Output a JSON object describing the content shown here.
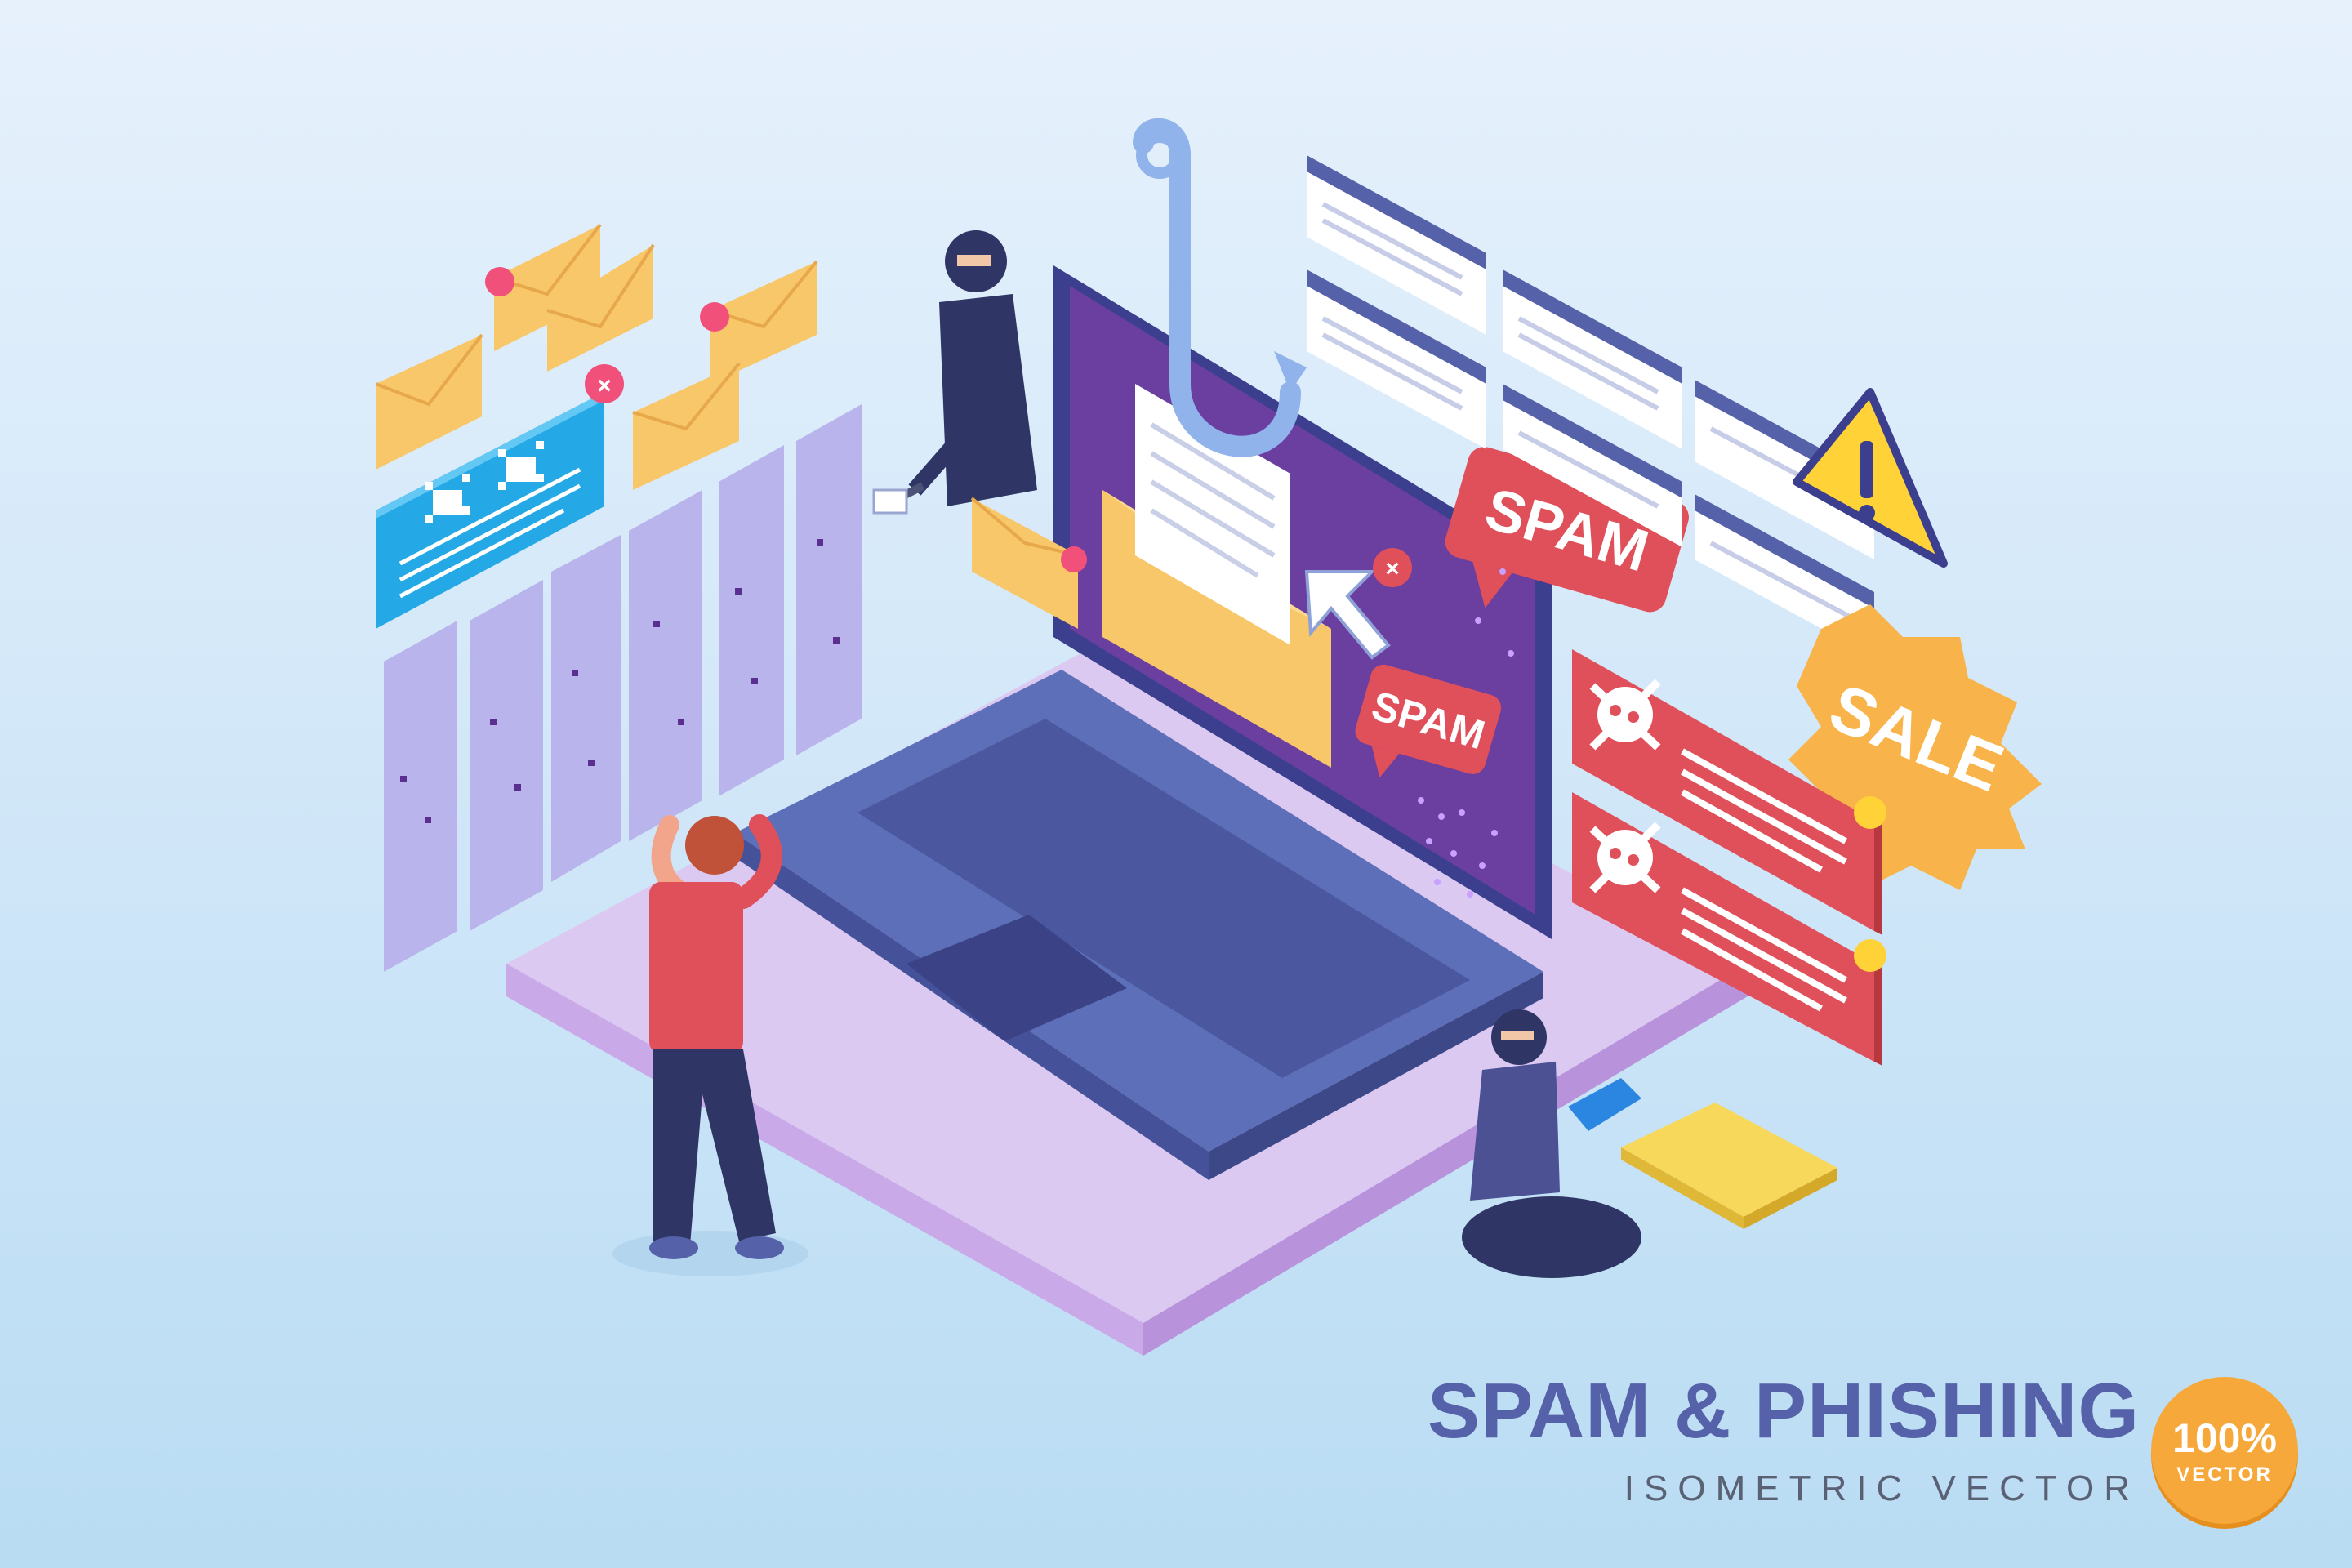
{
  "labels": {
    "spam_bubble_large": "SPAM",
    "spam_bubble_small": "SPAM",
    "sale_burst": "SALE"
  },
  "title": {
    "main": "SPAM & PHISHING",
    "subtitle": "ISOMETRIC VECTOR"
  },
  "badge": {
    "percent": "100%",
    "label": "VECTOR"
  },
  "colors": {
    "accent_blue": "#5561a8",
    "badge_orange": "#f6a83a",
    "alert_red": "#e0505a",
    "laptop_body": "#5d6fb8",
    "screen_purple": "#6a3fa0",
    "envelope_yellow": "#f8c76a"
  },
  "icons": [
    "fishing-hook-icon",
    "warning-icon",
    "skull-icon",
    "envelope-icon",
    "virus-icon",
    "cursor-icon",
    "close-icon"
  ]
}
